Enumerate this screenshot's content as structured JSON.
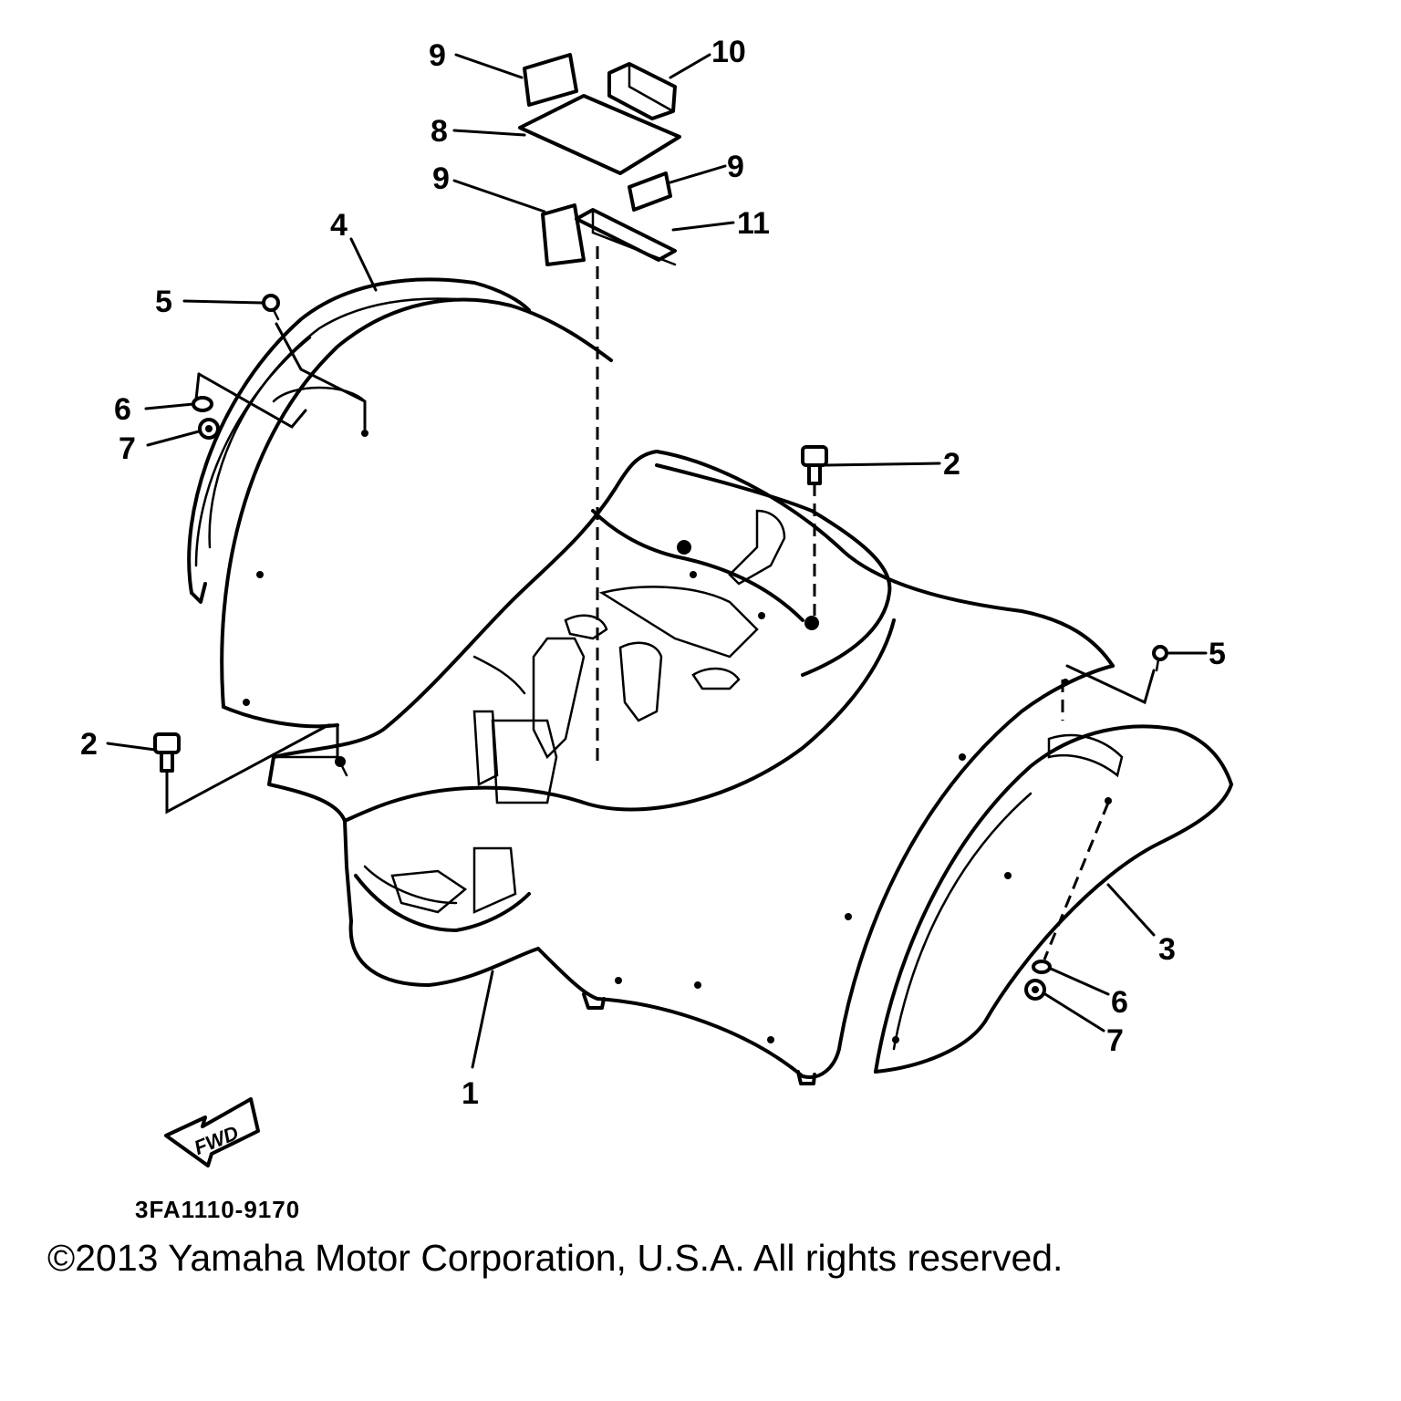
{
  "callouts": {
    "p1": "1",
    "p2a": "2",
    "p2b": "2",
    "p3": "3",
    "p4": "4",
    "p5a": "5",
    "p5b": "5",
    "p6a": "6",
    "p6b": "6",
    "p7a": "7",
    "p7b": "7",
    "p8": "8",
    "p9a": "9",
    "p9b": "9",
    "p9c": "9",
    "p10": "10",
    "p11": "11"
  },
  "fwd_label": "FWD",
  "diagram_code": "3FA1110-9170",
  "copyright": "©2013 Yamaha Motor Corporation, U.S.A. All rights reserved."
}
